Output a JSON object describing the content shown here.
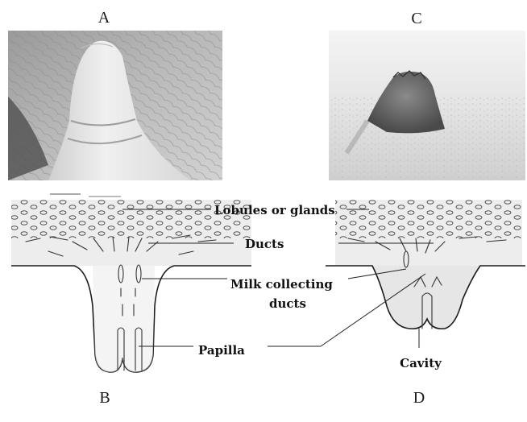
{
  "panels": {
    "a": {
      "letter": "A"
    },
    "b": {
      "letter": "B"
    },
    "c": {
      "letter": "C"
    },
    "d": {
      "letter": "D"
    }
  },
  "labels": {
    "lobules": "Lobules or glands",
    "ducts": "Ducts",
    "milk_collecting_line1": "Milk collecting",
    "milk_collecting_line2": "ducts",
    "papilla": "Papilla",
    "cavity": "Cavity"
  }
}
